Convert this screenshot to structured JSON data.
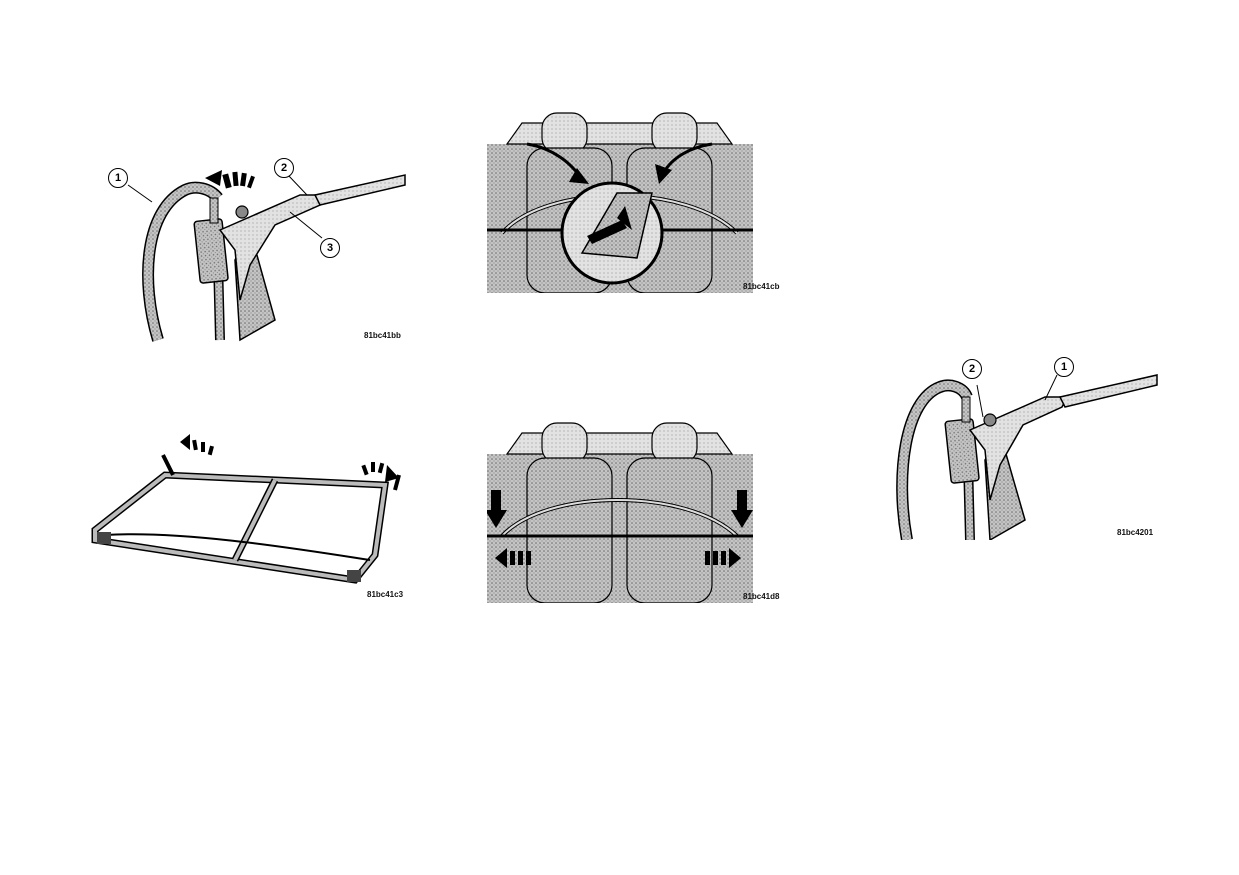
{
  "figures": [
    {
      "id": "fig1",
      "code": "81bc41bb",
      "callouts": [
        "1",
        "2",
        "3"
      ]
    },
    {
      "id": "fig2",
      "code": "81bc41cb"
    },
    {
      "id": "fig3",
      "code": "81bc41c3"
    },
    {
      "id": "fig4",
      "code": "81bc41d8"
    },
    {
      "id": "fig5",
      "code": "81bc4201",
      "callouts": [
        "2",
        "1"
      ]
    }
  ],
  "colors": {
    "line": "#000000",
    "fill_dark": "#9a9a9a",
    "fill_light": "#d8d8d8",
    "background": "#ffffff"
  }
}
